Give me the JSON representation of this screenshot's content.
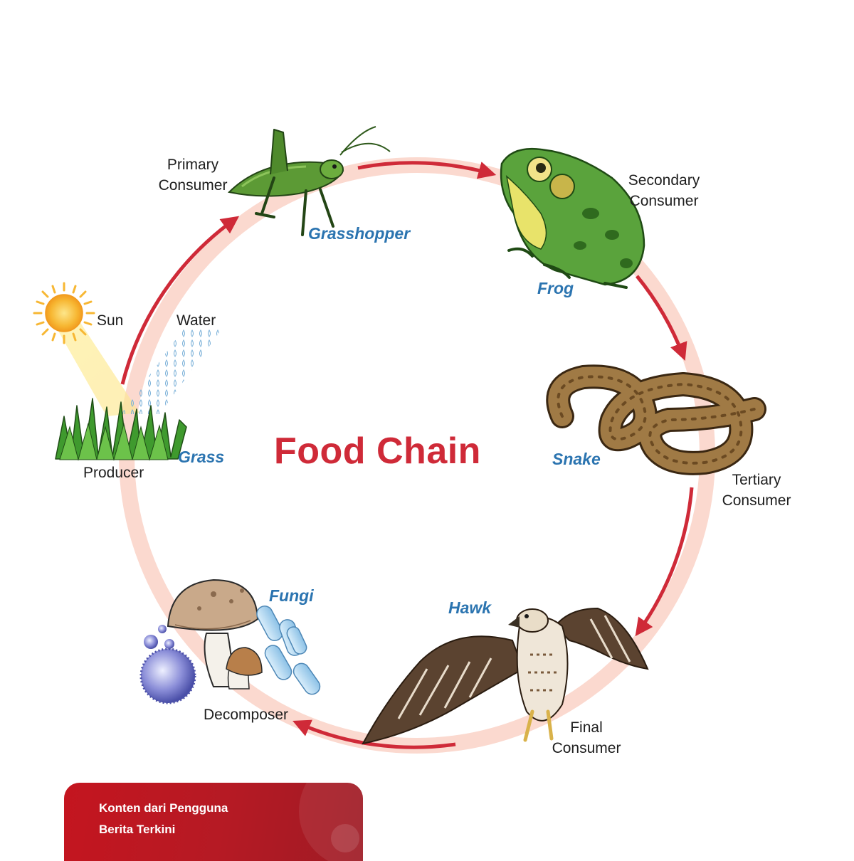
{
  "diagram": {
    "title": "Food Chain",
    "labels": {
      "primary_consumer": "Primary\nConsumer",
      "secondary_consumer": "Secondary\nConsumer",
      "tertiary_consumer": "Tertiary\nConsumer",
      "final_consumer": "Final\nConsumer",
      "producer": "Producer",
      "decomposer": "Decomposer",
      "sun": "Sun",
      "water": "Water"
    },
    "species": {
      "grasshopper": "Grasshopper",
      "frog": "Frog",
      "snake": "Snake",
      "hawk": "Hawk",
      "fungi": "Fungi",
      "grass": "Grass"
    },
    "colors": {
      "arrow": "#cf2a38",
      "ring": "#fbd9cf",
      "species_text": "#2b74b0",
      "title": "#cf2a38"
    }
  },
  "banner": {
    "line1": "Konten dari Pengguna",
    "line2": "Berita Terkini"
  }
}
